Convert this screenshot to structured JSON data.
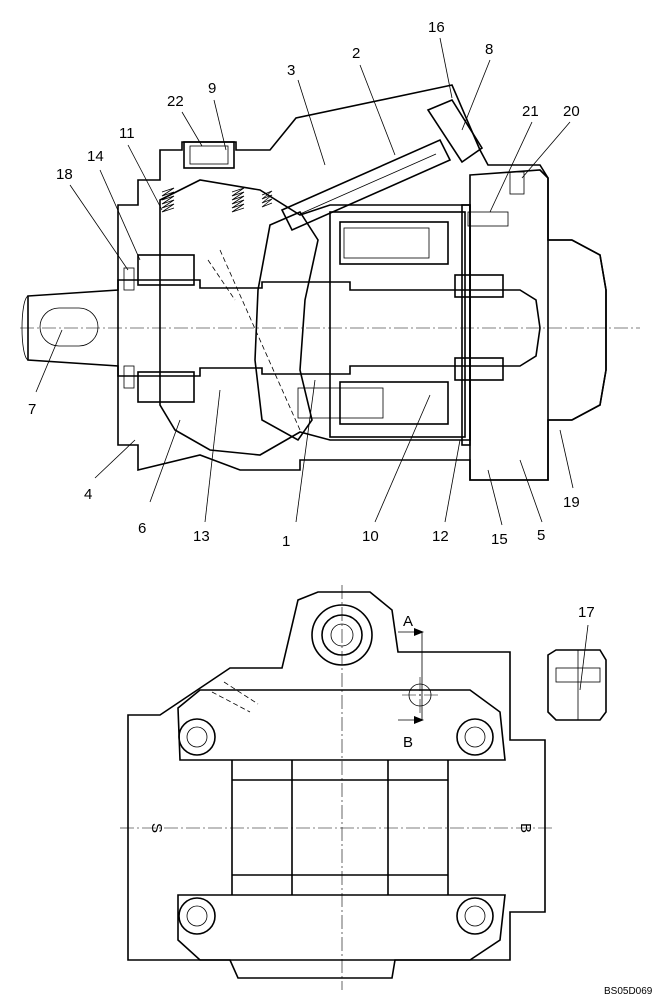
{
  "callouts": {
    "c1": "1",
    "c2": "2",
    "c3": "3",
    "c4": "4",
    "c5": "5",
    "c6": "6",
    "c7": "7",
    "c8": "8",
    "c9": "9",
    "c10": "10",
    "c11": "11",
    "c12": "12",
    "c13": "13",
    "c14": "14",
    "c15": "15",
    "c16": "16",
    "c17": "17",
    "c18": "18",
    "c19": "19",
    "c20": "20",
    "c21": "21",
    "c22": "22"
  },
  "section_marks": {
    "a": "A",
    "b": "B"
  },
  "port_marks": {
    "left": "S",
    "right": "B"
  },
  "drawing_code": "BS05D069"
}
